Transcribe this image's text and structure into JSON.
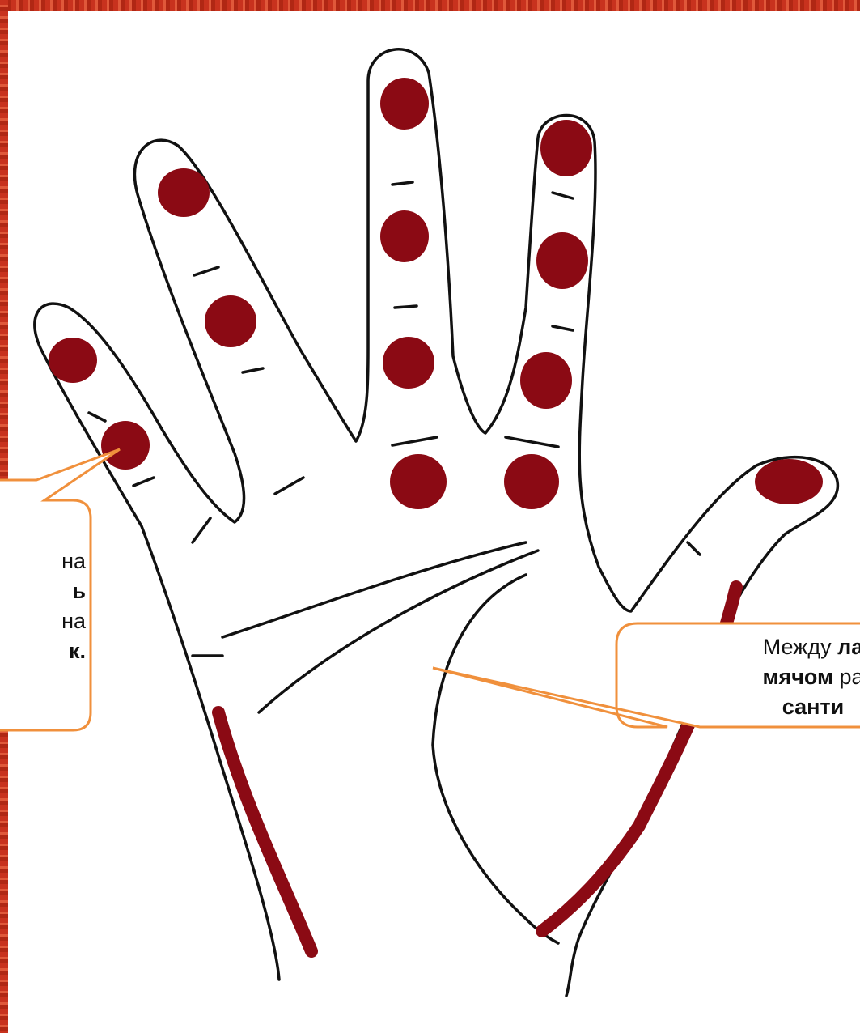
{
  "colors": {
    "frame": "#c8321e",
    "point": "#8b0a14",
    "outline": "#111111",
    "callout_border": "#f0903c"
  },
  "callouts": {
    "left": {
      "line1": "на",
      "line2": "ь",
      "line3": "на",
      "line4": "к."
    },
    "right": {
      "line1_plain": "Между ",
      "line1_bold": "ла",
      "line2_bold": "мячом",
      "line2_plain": " ра",
      "line3_bold": "санти"
    }
  }
}
